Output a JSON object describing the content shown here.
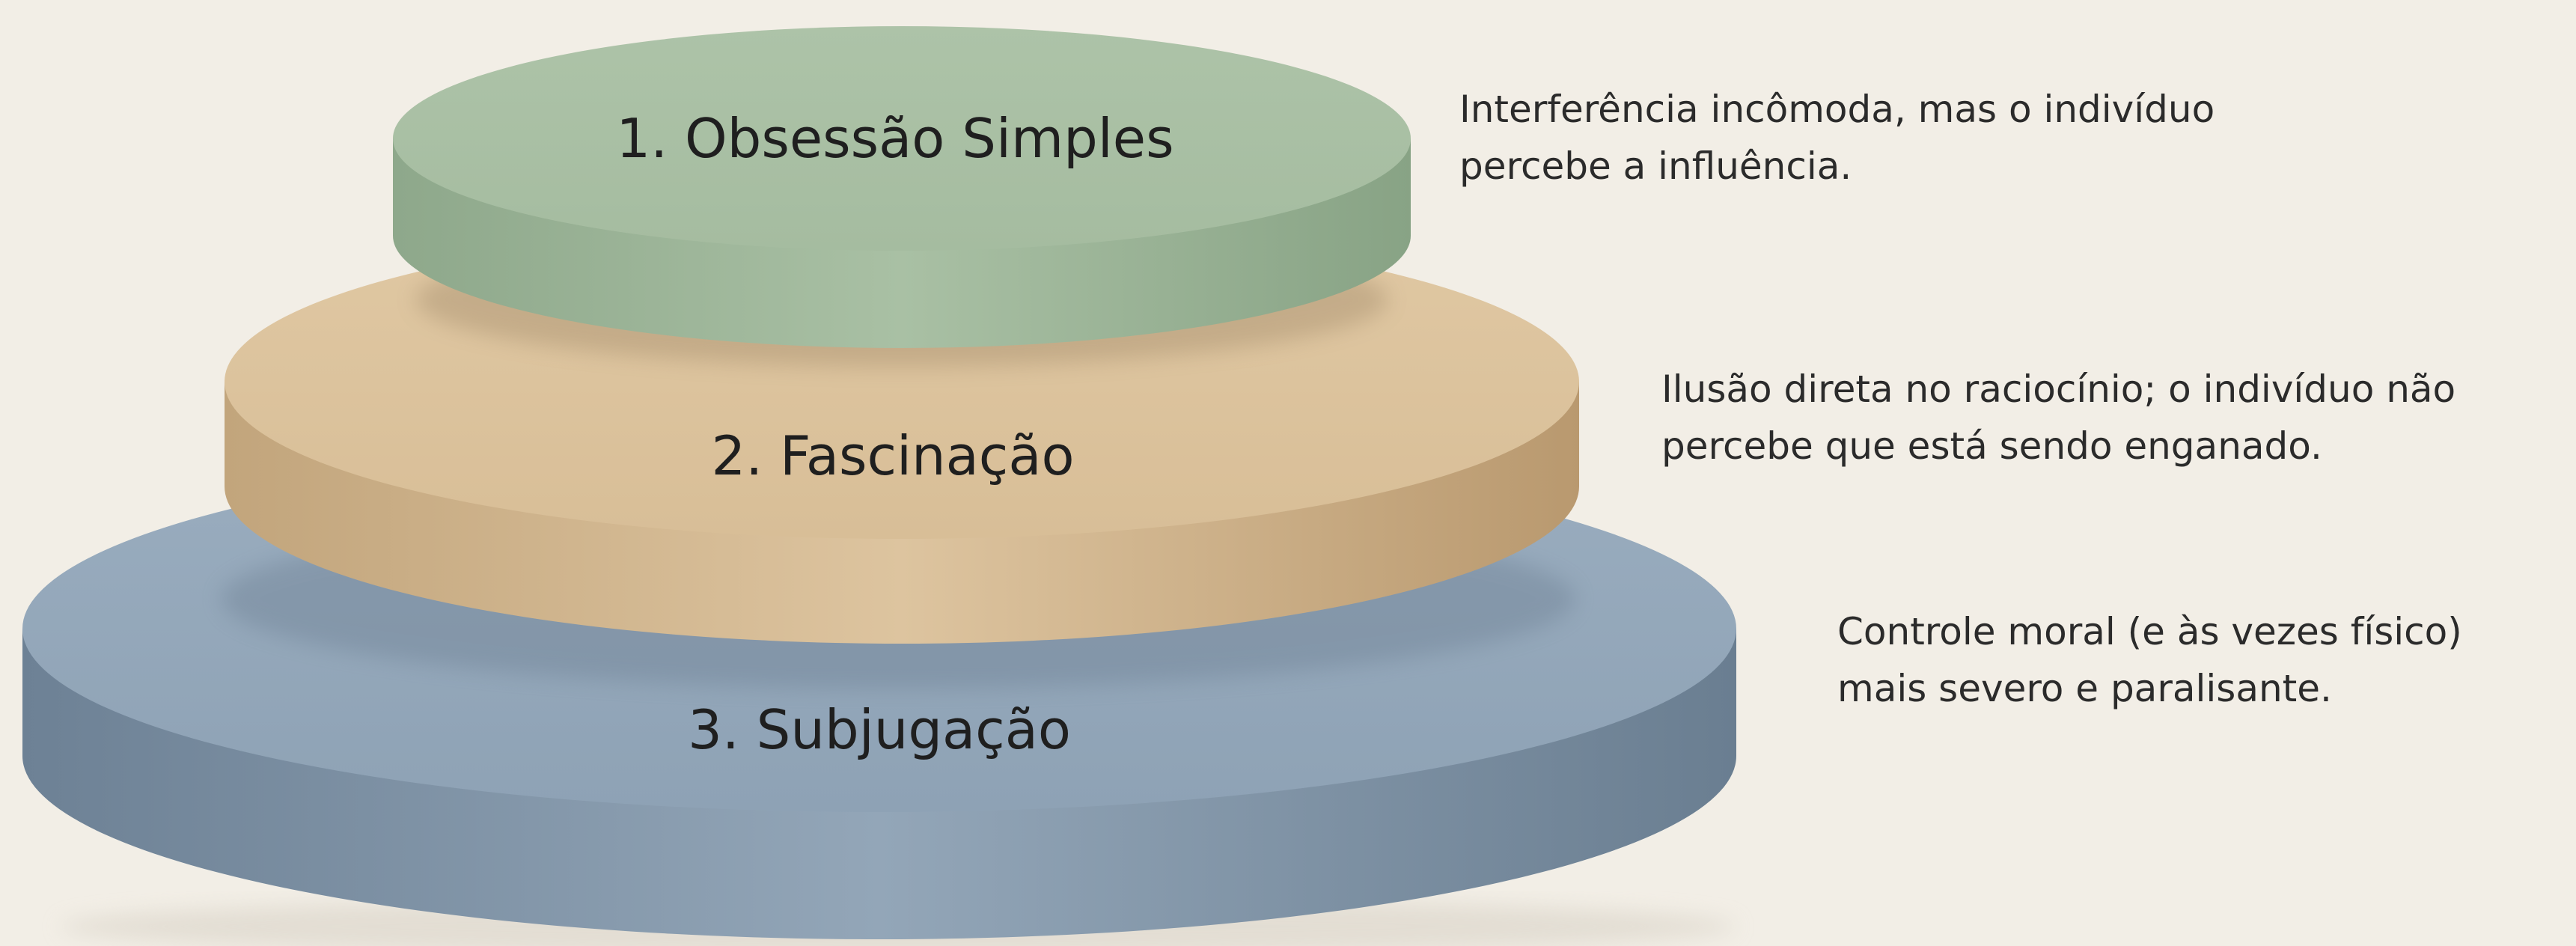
{
  "colors": {
    "background": "#f2eee6",
    "tier_1": "#a9bfa3",
    "tier_2": "#dcc39e",
    "tier_3": "#8fa3b6"
  },
  "tiers": [
    {
      "label": "1. Obsessão Simples",
      "description_lines": [
        "Interferência incômoda, mas o indivíduo",
        "percebe a influência."
      ]
    },
    {
      "label": "2. Fascinação",
      "description_lines": [
        "Ilusão direta no raciocínio; o indivíduo não",
        "percebe que está sendo enganado."
      ]
    },
    {
      "label": "3. Subjugação",
      "description_lines": [
        "Controle moral (e às vezes físico)",
        "mais severo e paralisante."
      ]
    }
  ]
}
